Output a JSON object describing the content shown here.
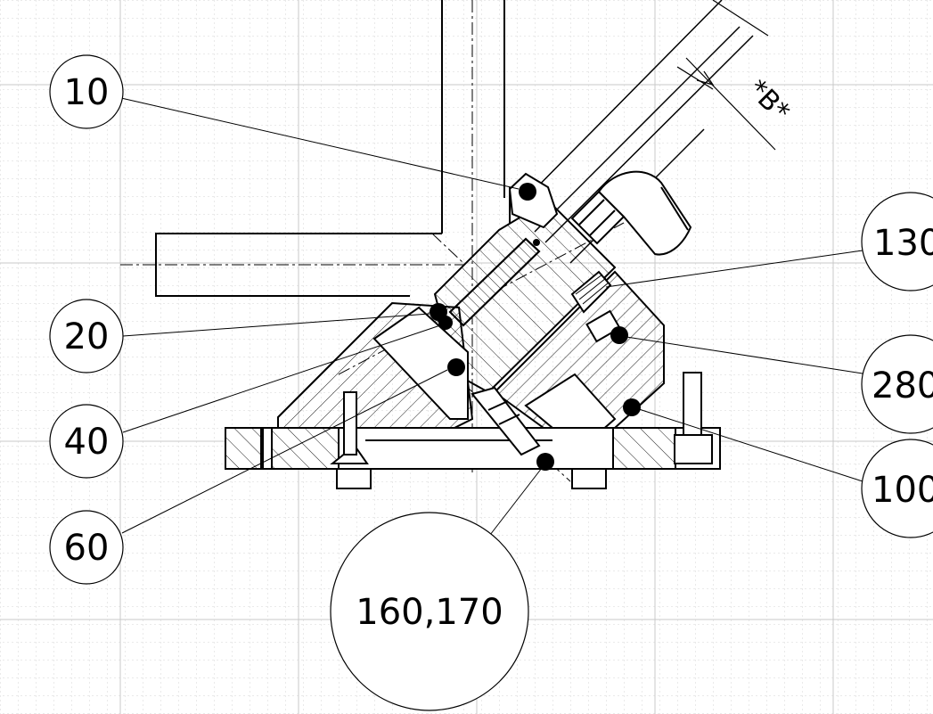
{
  "drawing": {
    "balloons": [
      {
        "id": "b10",
        "label": "10"
      },
      {
        "id": "b20",
        "label": "20"
      },
      {
        "id": "b40",
        "label": "40"
      },
      {
        "id": "b60",
        "label": "60"
      },
      {
        "id": "b160",
        "label": "160,170"
      },
      {
        "id": "b130",
        "label": "130"
      },
      {
        "id": "b280",
        "label": "280"
      },
      {
        "id": "b100",
        "label": "100"
      }
    ],
    "dimension_label": "*B*",
    "colors": {
      "line": "#000000",
      "grid_major": "#c8c8c8",
      "grid_minor": "#d6d6d6",
      "background": "#ffffff"
    }
  }
}
